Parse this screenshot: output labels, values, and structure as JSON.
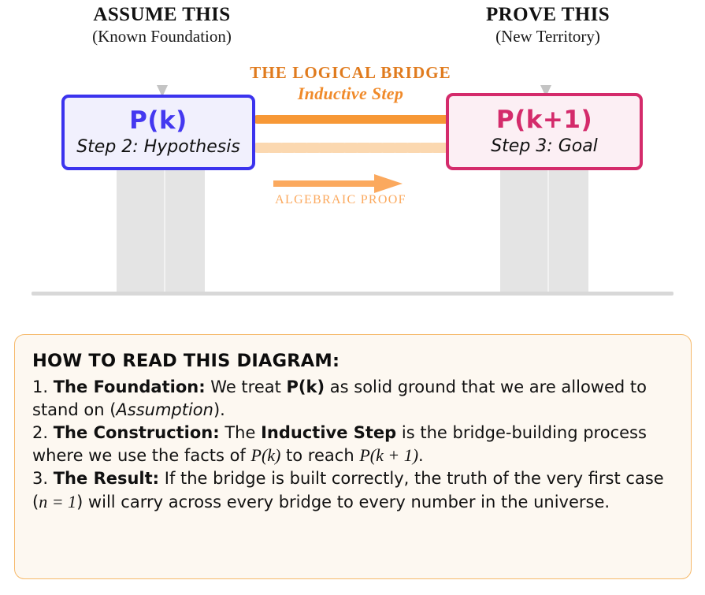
{
  "headers": {
    "left": {
      "title": "ASSUME THIS",
      "subtitle": "(Known Foundation)"
    },
    "right": {
      "title": "PROVE THIS",
      "subtitle": "(New Territory)"
    }
  },
  "bridge": {
    "title": "THE LOGICAL BRIDGE",
    "subtitle": "Inductive Step",
    "proof_label": "ALGEBRAIC PROOF"
  },
  "nodes": {
    "left": {
      "head": "P(k)",
      "sub": "Step 2: Hypothesis"
    },
    "right": {
      "head": "P(k+1)",
      "sub": "Step 3: Goal"
    }
  },
  "panel": {
    "title": "HOW TO READ THIS DIAGRAM:",
    "items": [
      {
        "number": "1.",
        "label": "The Foundation:",
        "text_a": "We treat ",
        "bold_a": "P(k)",
        "text_b": " as solid ground that we are allowed to stand on (",
        "italic_a": "Assumption",
        "text_c": ")."
      },
      {
        "number": "2.",
        "label": "The Construction:",
        "text_a": "The ",
        "bold_a": "Inductive Step",
        "text_b": " is the bridge-building process where we use the facts of ",
        "math_a": "P(k)",
        "text_c": " to reach ",
        "math_b": "P(k + 1)",
        "text_d": "."
      },
      {
        "number": "3.",
        "label": "The Result:",
        "text_a": "If the bridge is built correctly, the truth of the very first case (",
        "math_a": "n = 1",
        "text_b": ") will carry across every bridge to every number in the universe."
      }
    ]
  },
  "colors": {
    "assume_border": "#3B33EE",
    "assume_fill": "#F1F0FD",
    "prove_border": "#D42B6B",
    "prove_fill": "#FCEFF4",
    "bridge_deck": "#F79836",
    "bridge_chain": "#FBD8B0",
    "bridge_title": "#E07B1E",
    "proof_arrow": "#FBA95E",
    "pillar": "#E4E4E4",
    "ground": "#D8D8D8",
    "panel_border": "#F6B96A",
    "panel_fill": "#FDF8F1"
  }
}
